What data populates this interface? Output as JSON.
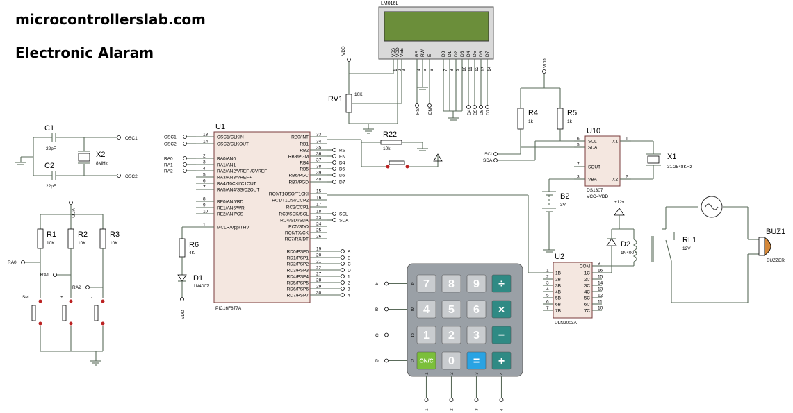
{
  "header": {
    "site": "microcontrollerslab.com",
    "title": "Electronic Alaram"
  },
  "colors": {
    "wire": "#5a6b5a",
    "component_fill": "#f4e7e0",
    "component_border": "#7a3b3b",
    "lcd_screen": "#6b8e3a",
    "keypad_body": "#9aa0a6",
    "key_gray": "#c9cccf",
    "key_teal": "#2f8a84",
    "key_green": "#7bbf3a",
    "key_blue": "#29a3e3"
  },
  "components": {
    "lcd": {
      "ref": "LM016L",
      "pins": [
        "VSS",
        "VDD",
        "VEE",
        "RS",
        "RW",
        "E",
        "D0",
        "D1",
        "D2",
        "D3",
        "D4",
        "D5",
        "D6",
        "D7"
      ],
      "pin_numbers": [
        "1",
        "2",
        "3",
        "4",
        "5",
        "6",
        "7",
        "8",
        "9",
        "10",
        "11",
        "12",
        "13",
        "14"
      ],
      "nets": [
        "RS",
        "EN",
        "D4",
        "D5",
        "D6",
        "D7"
      ]
    },
    "vdd_label": "VDD",
    "rv1": {
      "ref": "RV1",
      "value": "10K"
    },
    "r22": {
      "ref": "R22",
      "value": "10k"
    },
    "u1": {
      "ref": "U1",
      "part": "PIC16F877A",
      "left_pins": [
        {
          "num": "13",
          "name": "OSC1/CLKIN"
        },
        {
          "num": "14",
          "name": "OSC2/CLKOUT"
        },
        {
          "num": "2",
          "name": "RA0/AN0"
        },
        {
          "num": "3",
          "name": "RA1/AN1"
        },
        {
          "num": "4",
          "name": "RA2/AN2/VREF-/CVREF"
        },
        {
          "num": "5",
          "name": "RA3/AN3/VREF+"
        },
        {
          "num": "6",
          "name": "RA4/T0CKI/C1OUT"
        },
        {
          "num": "7",
          "name": "RA5/AN4/SS/C2OUT"
        },
        {
          "num": "8",
          "name": "RE0/AN5/RD"
        },
        {
          "num": "9",
          "name": "RE1/AN6/WR"
        },
        {
          "num": "10",
          "name": "RE2/AN7/CS"
        },
        {
          "num": "1",
          "name": "MCLR/Vpp/THV"
        }
      ],
      "right_pins": [
        {
          "num": "33",
          "name": "RB0/INT"
        },
        {
          "num": "34",
          "name": "RB1"
        },
        {
          "num": "35",
          "name": "RB2"
        },
        {
          "num": "36",
          "name": "RB3/PGM"
        },
        {
          "num": "37",
          "name": "RB4"
        },
        {
          "num": "38",
          "name": "RB5"
        },
        {
          "num": "39",
          "name": "RB6/PGC"
        },
        {
          "num": "40",
          "name": "RB7/PGD"
        },
        {
          "num": "15",
          "name": "RC0/T1OSO/T1CKI"
        },
        {
          "num": "16",
          "name": "RC1/T1OSI/CCP2"
        },
        {
          "num": "17",
          "name": "RC2/CCP1"
        },
        {
          "num": "18",
          "name": "RC3/SCK/SCL"
        },
        {
          "num": "23",
          "name": "RC4/SDI/SDA"
        },
        {
          "num": "24",
          "name": "RC5/SDO"
        },
        {
          "num": "25",
          "name": "RC6/TX/CK"
        },
        {
          "num": "26",
          "name": "RC7/RX/DT"
        },
        {
          "num": "19",
          "name": "RD0/PSP0"
        },
        {
          "num": "20",
          "name": "RD1/PSP1"
        },
        {
          "num": "21",
          "name": "RD2/PSP2"
        },
        {
          "num": "22",
          "name": "RD3/PSP3"
        },
        {
          "num": "27",
          "name": "RD4/PSP4"
        },
        {
          "num": "28",
          "name": "RD5/PSP5"
        },
        {
          "num": "29",
          "name": "RD6/PSP6"
        },
        {
          "num": "30",
          "name": "RD7/PSP7"
        }
      ],
      "left_nets": [
        "OSC1",
        "OSC2",
        "RA0",
        "RA1",
        "RA2"
      ],
      "rb_nets": [
        "RS",
        "EN",
        "D4",
        "D5",
        "D6",
        "D7"
      ],
      "rc_nets": [
        "SCL",
        "SDA"
      ],
      "rd_nets": [
        "A",
        "B",
        "C",
        "D",
        "1",
        "2",
        "3",
        "4"
      ]
    },
    "crystal_section": {
      "c1": {
        "ref": "C1",
        "value": "22pF"
      },
      "c2": {
        "ref": "C2",
        "value": "22pF"
      },
      "x2": {
        "ref": "X2",
        "value": "8MHz"
      },
      "osc1": "OSC1",
      "osc2": "OSC2"
    },
    "r6": {
      "ref": "R6",
      "value": "4K"
    },
    "d1": {
      "ref": "D1",
      "part": "1N4007"
    },
    "buttons": {
      "r1": {
        "ref": "R1",
        "value": "10K"
      },
      "r2": {
        "ref": "R2",
        "value": "10K"
      },
      "r3": {
        "ref": "R3",
        "value": "10K"
      },
      "ra0": "RA0",
      "ra1": "RA1",
      "ra2": "RA2",
      "set": "Set",
      "plus": "+",
      "minus": "-"
    },
    "r4": {
      "ref": "R4",
      "value": "1k"
    },
    "r5": {
      "ref": "R5",
      "value": "1k"
    },
    "u10": {
      "ref": "U10",
      "part": "DS1307",
      "power": "VCC=VDD",
      "pins": [
        {
          "num": "6",
          "name": "SCL"
        },
        {
          "num": "5",
          "name": "SDA"
        },
        {
          "num": "7",
          "name": "SOUT"
        },
        {
          "num": "3",
          "name": "VBAT"
        },
        {
          "num": "1",
          "name": "X1"
        },
        {
          "num": "2",
          "name": "X2"
        }
      ],
      "nets": [
        "SCL",
        "SDA"
      ]
    },
    "x1": {
      "ref": "X1",
      "value": "31.2548KHz"
    },
    "b2": {
      "ref": "B2",
      "value": "3V"
    },
    "u2": {
      "ref": "U2",
      "part": "ULN2003A",
      "left_pins": [
        {
          "num": "1",
          "name": "1B"
        },
        {
          "num": "2",
          "name": "2B"
        },
        {
          "num": "3",
          "name": "3B"
        },
        {
          "num": "4",
          "name": "4B"
        },
        {
          "num": "5",
          "name": "5B"
        },
        {
          "num": "6",
          "name": "6B"
        },
        {
          "num": "7",
          "name": "7B"
        }
      ],
      "right_pins": [
        {
          "num": "9",
          "name": "COM"
        },
        {
          "num": "16",
          "name": "1C"
        },
        {
          "num": "15",
          "name": "2C"
        },
        {
          "num": "14",
          "name": "3C"
        },
        {
          "num": "13",
          "name": "4C"
        },
        {
          "num": "12",
          "name": "5C"
        },
        {
          "num": "11",
          "name": "6C"
        },
        {
          "num": "10",
          "name": "7C"
        }
      ]
    },
    "d2": {
      "ref": "D2",
      "part": "1N4007"
    },
    "v12": "+12v",
    "rl1": {
      "ref": "RL1",
      "value": "12V"
    },
    "buz1": {
      "ref": "BUZ1",
      "part": "BUZZER"
    },
    "keypad": {
      "rows": [
        "A",
        "B",
        "C",
        "D"
      ],
      "cols": [
        "1",
        "2",
        "3",
        "4"
      ],
      "keys": [
        [
          "7",
          "8",
          "9",
          "÷"
        ],
        [
          "4",
          "5",
          "6",
          "×"
        ],
        [
          "1",
          "2",
          "3",
          "−"
        ],
        [
          "ON/C",
          "0",
          "=",
          "+"
        ]
      ]
    }
  }
}
